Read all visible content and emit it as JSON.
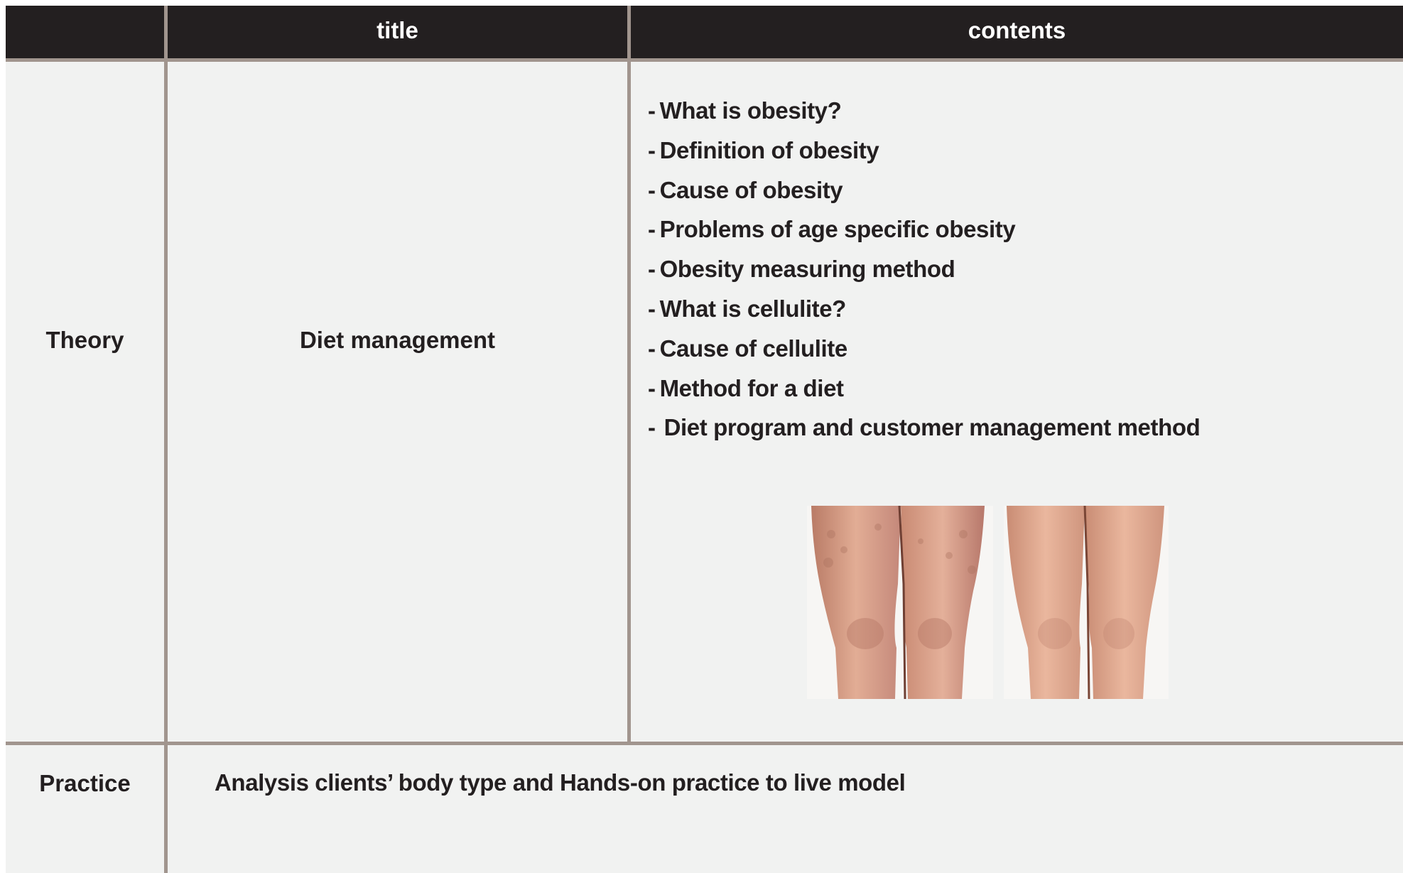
{
  "table": {
    "header": {
      "col_title": "title",
      "col_contents": "contents"
    },
    "theory": {
      "row_label": "Theory",
      "title": "Diet management",
      "contents": [
        "What is obesity?",
        "Definition of obesity",
        "Cause of obesity",
        "Problems of age specific obesity",
        "Obesity measuring method",
        "What is cellulite?",
        "Cause of cellulite",
        "Method for a diet",
        "Diet program and customer management method"
      ],
      "bullet": "-",
      "images": [
        {
          "name": "legs-with-cellulite-photo"
        },
        {
          "name": "legs-smooth-photo"
        }
      ]
    },
    "practice": {
      "row_label": "Practice",
      "description": "Analysis clients’ body type and Hands-on practice to live model"
    }
  },
  "colors": {
    "header_bg": "#231f20",
    "header_text": "#ffffff",
    "body_bg": "#f1f2f1",
    "grid_line": "#a1958e",
    "text": "#231f20"
  }
}
